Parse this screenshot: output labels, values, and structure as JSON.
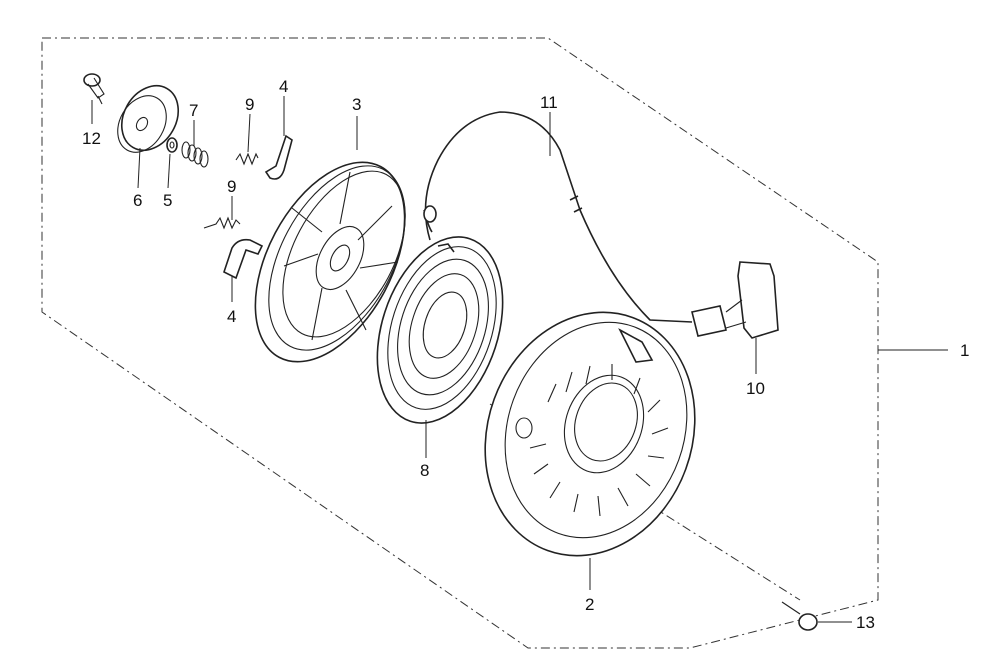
{
  "diagram": {
    "callouts": [
      "1",
      "2",
      "3",
      "4",
      "4",
      "5",
      "6",
      "7",
      "8",
      "9",
      "9",
      "10",
      "11",
      "12",
      "13"
    ]
  },
  "parts": {
    "assembly_boundary": {
      "label": "1"
    },
    "starter_case": {
      "label": "2"
    },
    "reel": {
      "label": "3"
    },
    "ratchet_upper": {
      "label": "4"
    },
    "ratchet_lower": {
      "label": "4"
    },
    "washer": {
      "label": "5"
    },
    "ratchet_guide": {
      "label": "6"
    },
    "friction_spring": {
      "label": "7"
    },
    "return_spring": {
      "label": "8"
    },
    "ratchet_spring_upper": {
      "label": "9"
    },
    "ratchet_spring_lower": {
      "label": "9"
    },
    "grip_handle": {
      "label": "10"
    },
    "starter_rope": {
      "label": "11"
    },
    "setting_bolt": {
      "label": "12"
    },
    "flange_bolt": {
      "label": "13"
    }
  }
}
